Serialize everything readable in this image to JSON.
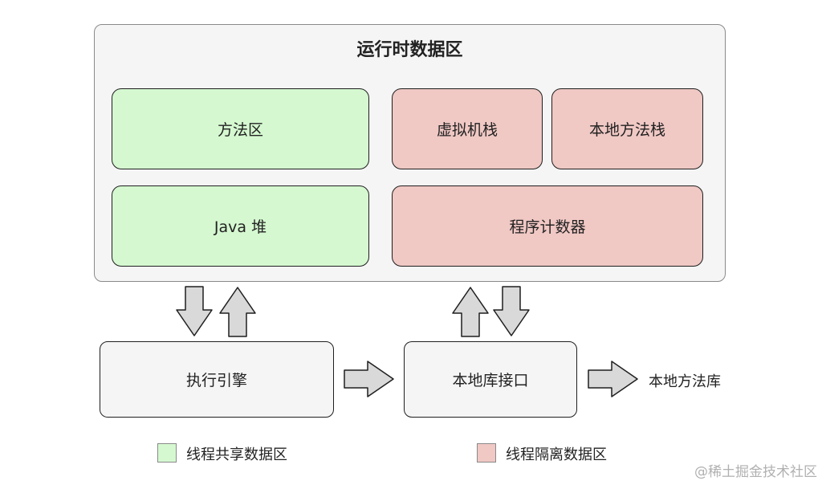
{
  "runtime_area": {
    "title": "运行时数据区",
    "regions": {
      "method_area": "方法区",
      "vm_stack": "虚拟机栈",
      "native_method_stack": "本地方法栈",
      "java_heap": "Java 堆",
      "program_counter": "程序计数器"
    }
  },
  "execution_engine": "执行引擎",
  "native_interface": "本地库接口",
  "native_library": "本地方法库",
  "legend": {
    "shared": "线程共享数据区",
    "isolated": "线程隔离数据区"
  },
  "colors": {
    "shared": "#d5f8d0",
    "isolated": "#f0c8c4",
    "container": "#f5f5f5",
    "arrow": "#d9d9d9"
  },
  "watermark": "@稀土掘金技术社区"
}
